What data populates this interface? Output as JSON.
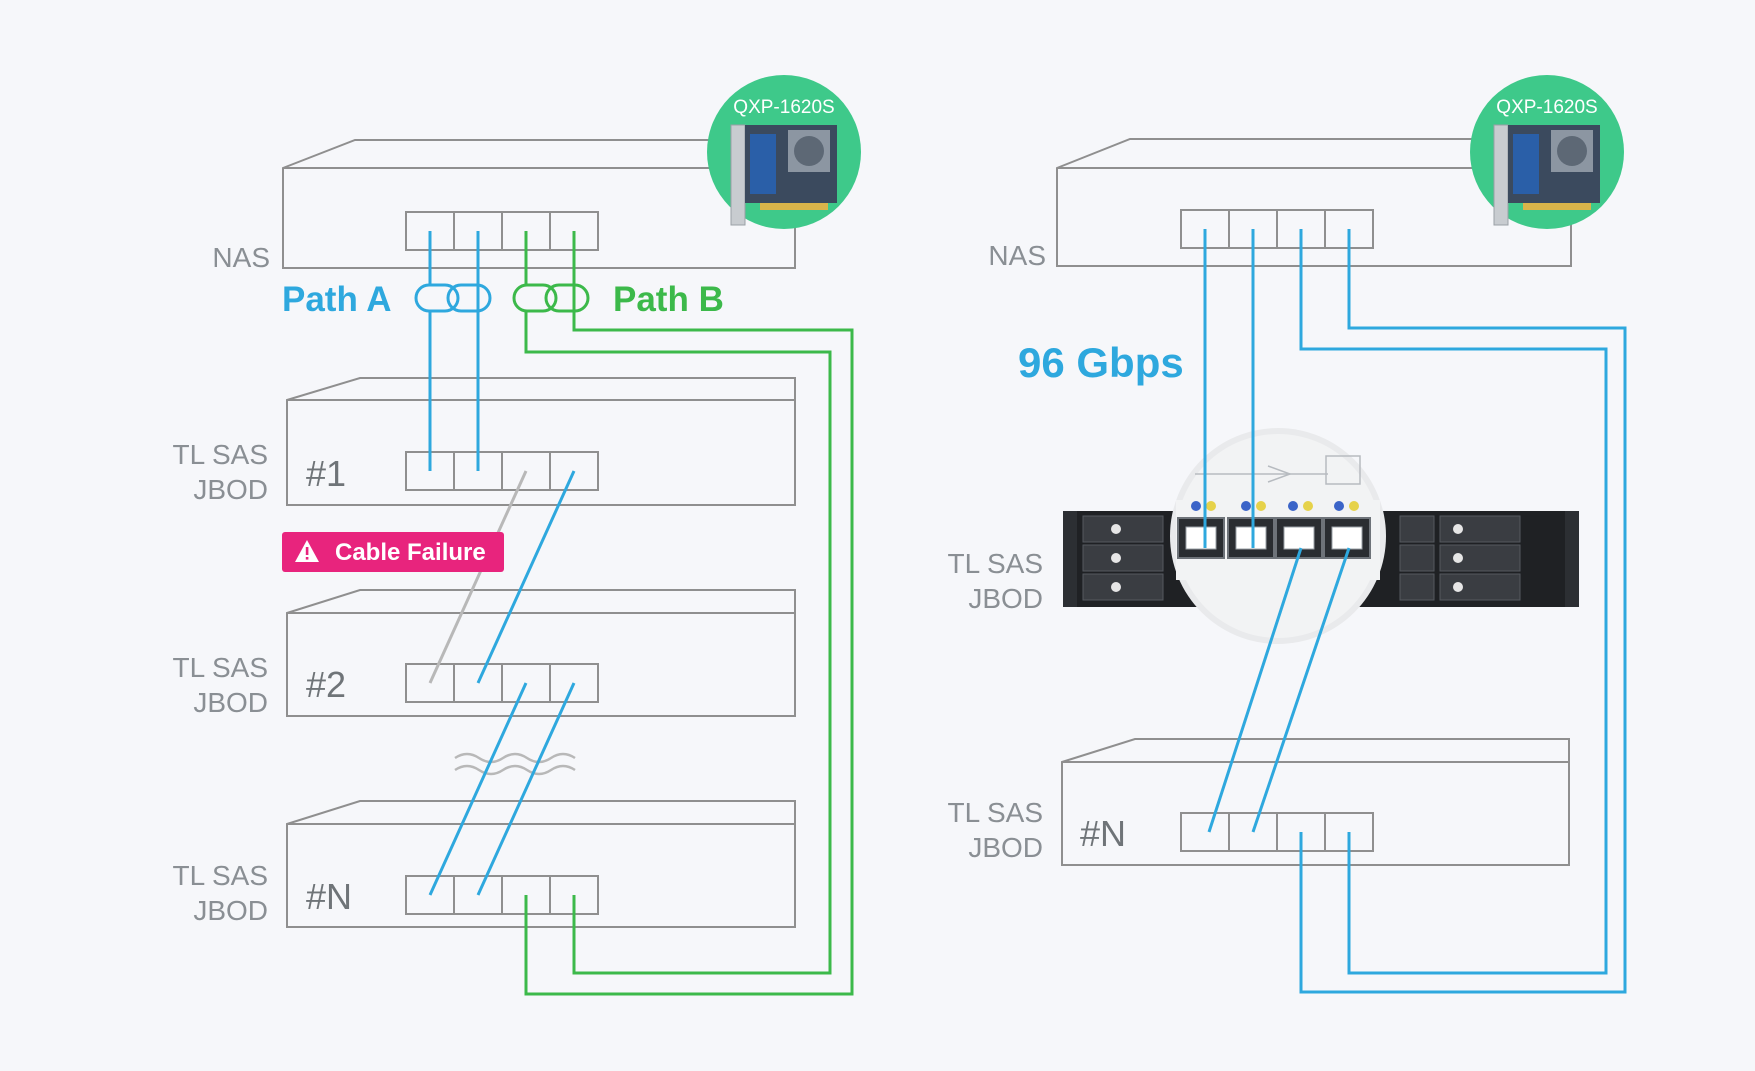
{
  "colors": {
    "background": "#f6f7fa",
    "path_a": "#2ea8de",
    "path_b": "#3cb94a",
    "failed_cable": "#b8b8b8",
    "alert": "#e8247d",
    "badge_green": "#3ec98a",
    "outline": "#8f8f8f"
  },
  "left": {
    "nas_label": "NAS",
    "card_label": "QXP-1620S",
    "path_a_label": "Path A",
    "path_b_label": "Path B",
    "jbods": [
      {
        "line1": "TL SAS",
        "line2": "JBOD",
        "id": "#1"
      },
      {
        "line1": "TL SAS",
        "line2": "JBOD",
        "id": "#2"
      },
      {
        "line1": "TL SAS",
        "line2": "JBOD",
        "id": "#N"
      }
    ],
    "alert_label": "Cable Failure",
    "alert_icon": "warning-icon"
  },
  "right": {
    "nas_label": "NAS",
    "card_label": "QXP-1620S",
    "speed_label": "96 Gbps",
    "jbod_photo": {
      "line1": "TL SAS",
      "line2": "JBOD"
    },
    "jbod_n": {
      "line1": "TL SAS",
      "line2": "JBOD",
      "id": "#N"
    }
  }
}
